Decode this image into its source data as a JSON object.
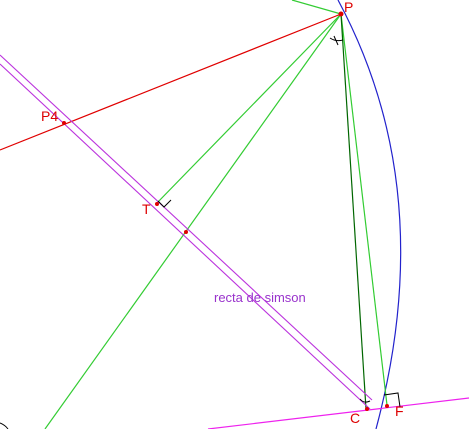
{
  "labels": {
    "p": "P",
    "p4": "P4",
    "t": "T",
    "c": "C",
    "f": "F",
    "simson": "recta de simson"
  },
  "colors": {
    "red": "#e00000",
    "green": "#33cc33",
    "dark_green": "#006600",
    "violet": "#bb33dd",
    "magenta": "#ee22ee",
    "blue": "#2222cc",
    "label_red": "#dd0000",
    "label_violet": "#9933cc"
  }
}
